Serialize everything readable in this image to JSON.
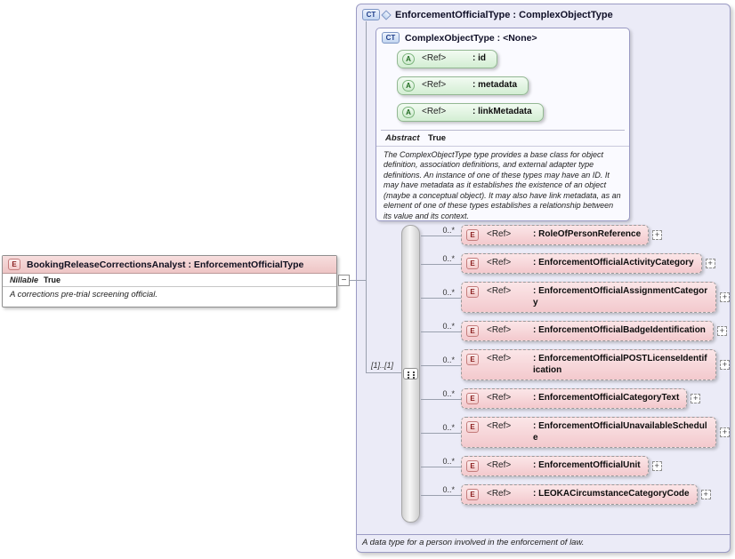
{
  "icons": {
    "collapse_glyph": "−",
    "expand_glyph": "+",
    "element_badge": "E",
    "complex_type_badge": "CT",
    "attribute_badge": "A"
  },
  "colors": {
    "element_pink": "#f3c9cd",
    "attribute_green": "#d3eed3",
    "type_blue": "#c3d6f1",
    "container_lavender": "#ebebf7"
  },
  "left_element": {
    "title": "BookingReleaseCorrectionsAnalyst : EnforcementOfficialType",
    "properties": [
      {
        "label": "Nillable",
        "value": "True"
      }
    ],
    "description": "A corrections pre-trial screening official."
  },
  "type_box": {
    "title": "EnforcementOfficialType : ComplexObjectType",
    "description": "A data type for a person involved in the enforcement of law.",
    "base_type": {
      "title": "ComplexObjectType : <None>",
      "attributes": [
        {
          "ref": "<Ref>",
          "name": ": id"
        },
        {
          "ref": "<Ref>",
          "name": ": metadata"
        },
        {
          "ref": "<Ref>",
          "name": ": linkMetadata"
        }
      ],
      "properties": [
        {
          "label": "Abstract",
          "value": "True"
        }
      ],
      "description": "The ComplexObjectType type provides a base class for object definition, association definitions, and external adapter type definitions. An instance of one of these types may have an ID. It may have metadata as it establishes the existence of an object (maybe a conceptual object). It may also have link metadata, as an element of one of these types establishes a relationship between its value and its context."
    },
    "compositor": {
      "cardinality": "[1]..[1]"
    },
    "elements": [
      {
        "cardinality": "0..*",
        "ref": "<Ref>",
        "name": ": RoleOfPersonReference"
      },
      {
        "cardinality": "0..*",
        "ref": "<Ref>",
        "name": ": EnforcementOfficialActivityCategory"
      },
      {
        "cardinality": "0..*",
        "ref": "<Ref>",
        "name": ": EnforcementOfficialAssignmentCategory"
      },
      {
        "cardinality": "0..*",
        "ref": "<Ref>",
        "name": ": EnforcementOfficialBadgeIdentification"
      },
      {
        "cardinality": "0..*",
        "ref": "<Ref>",
        "name": ": EnforcementOfficialPOSTLicenseIdentification"
      },
      {
        "cardinality": "0..*",
        "ref": "<Ref>",
        "name": ": EnforcementOfficialCategoryText"
      },
      {
        "cardinality": "0..*",
        "ref": "<Ref>",
        "name": ": EnforcementOfficialUnavailableSchedule"
      },
      {
        "cardinality": "0..*",
        "ref": "<Ref>",
        "name": ": EnforcementOfficialUnit"
      },
      {
        "cardinality": "0..*",
        "ref": "<Ref>",
        "name": ": LEOKACircumstanceCategoryCode"
      }
    ]
  }
}
